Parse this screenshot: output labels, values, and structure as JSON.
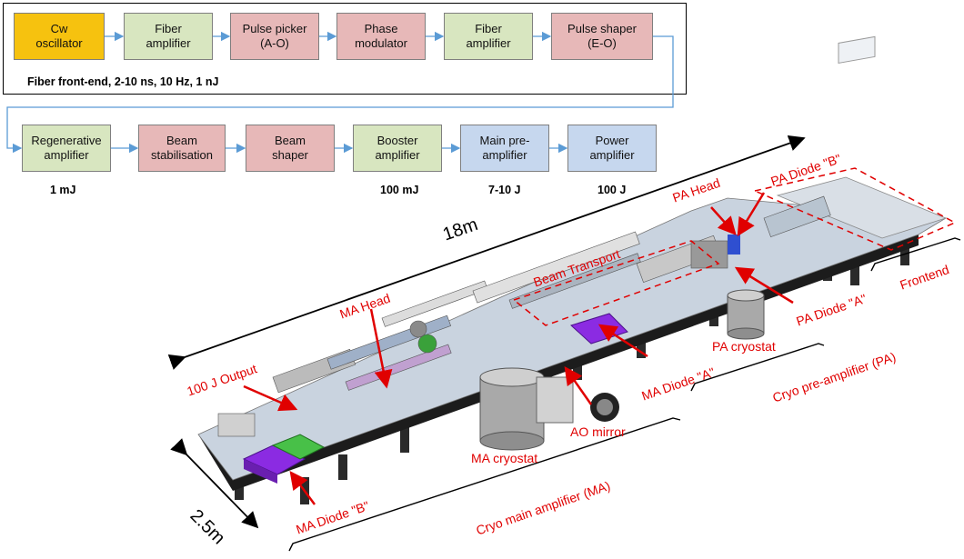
{
  "frontend": {
    "stages": [
      {
        "label": "Cw\noscillator",
        "color": "yellow"
      },
      {
        "label": "Fiber\namplifier",
        "color": "green"
      },
      {
        "label": "Pulse picker\n(A-O)",
        "color": "pink"
      },
      {
        "label": "Phase\nmodulator",
        "color": "pink"
      },
      {
        "label": "Fiber\namplifier",
        "color": "green"
      },
      {
        "label": "Pulse shaper\n(E-O)",
        "color": "pink"
      }
    ],
    "caption": "Fiber front-end, 2-10 ns, 10 Hz, 1 nJ"
  },
  "amplifier_chain": {
    "stages": [
      {
        "label": "Regenerative\namplifier",
        "color": "green",
        "energy": "1 mJ"
      },
      {
        "label": "Beam\nstabilisation",
        "color": "pink",
        "energy": ""
      },
      {
        "label": "Beam\nshaper",
        "color": "pink",
        "energy": ""
      },
      {
        "label": "Booster\namplifier",
        "color": "green",
        "energy": "100 mJ"
      },
      {
        "label": "Main pre-\namplifier",
        "color": "blue",
        "energy": "7-10 J"
      },
      {
        "label": "Power\namplifier",
        "color": "blue",
        "energy": "100 J"
      }
    ]
  },
  "colors": {
    "yellow": "#f6c20f",
    "green": "#d8e6c0",
    "pink": "#e7b8b8",
    "blue": "#c6d7ee",
    "connector": "#5b9bd5",
    "annotation": "#e00000"
  },
  "rendering": {
    "labels": {
      "length": "18m",
      "width": "2.5m",
      "beam_transport": "Beam Transport",
      "pa_head": "PA Head",
      "pa_diode_b": "PA Diode \"B\"",
      "pa_diode_a": "PA Diode \"A\"",
      "pa_cryostat": "PA cryostat",
      "ma_head": "MA Head",
      "output": "100 J Output",
      "ma_diode_a": "MA Diode \"A\"",
      "ao_mirror": "AO mirror",
      "ma_cryostat": "MA cryostat",
      "ma_diode_b": "MA Diode \"B\"",
      "frontend": "Frontend",
      "cryo_pa": "Cryo pre-amplifier (PA)",
      "cryo_ma": "Cryo main amplifier (MA)"
    }
  }
}
